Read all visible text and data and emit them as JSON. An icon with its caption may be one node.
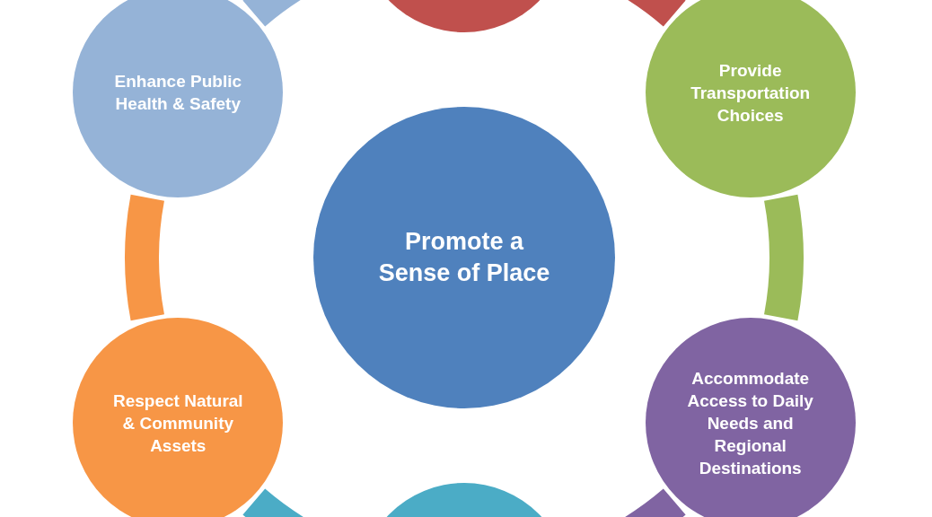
{
  "diagram": {
    "nodes": [
      {
        "text": [],
        "shape": "circle"
      },
      {
        "text": [
          "Enhance Public Health & Safety"
        ]
      },
      {
        "text": [
          "Provide Transportation Choices"
        ]
      },
      {
        "text": [
          "Promote a Sense of Place"
        ]
      },
      {
        "text": [
          "Respect Natural & Community Assets"
        ]
      },
      {
        "text": [
          "Accommodate Access to Daily Needs and Regional Destinations"
        ]
      },
      {
        "text": [],
        "shape": "circle"
      }
    ],
    "edges": [
      {
        "from": 1,
        "to": 0,
        "arrow": "none",
        "color": "#95b3d7"
      },
      {
        "from": 0,
        "to": 2,
        "arrow": "none",
        "color": "#c0504d"
      },
      {
        "from": 2,
        "to": 5,
        "arrow": "none",
        "color": "#9bbb59"
      },
      {
        "from": 5,
        "to": 6,
        "arrow": "none",
        "color": "#8064a2"
      },
      {
        "from": 6,
        "to": 4,
        "arrow": "none",
        "color": "#4bacc6"
      },
      {
        "from": 4,
        "to": 1,
        "arrow": "none",
        "color": "#f79646"
      }
    ]
  }
}
